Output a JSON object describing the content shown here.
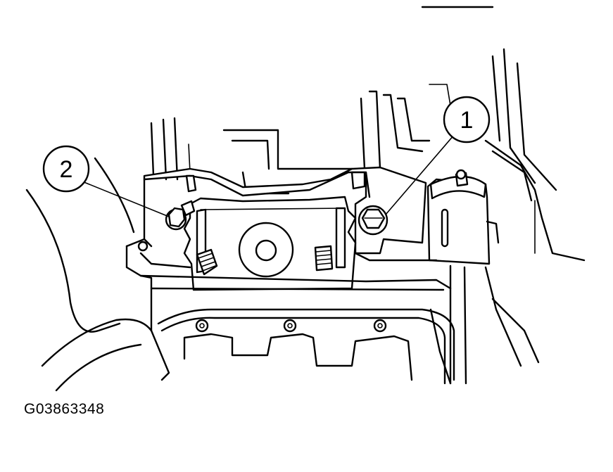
{
  "callouts": [
    {
      "label": "1",
      "target": "bolt"
    },
    {
      "label": "2",
      "target": "nut"
    }
  ],
  "figure_id": "G03863348"
}
